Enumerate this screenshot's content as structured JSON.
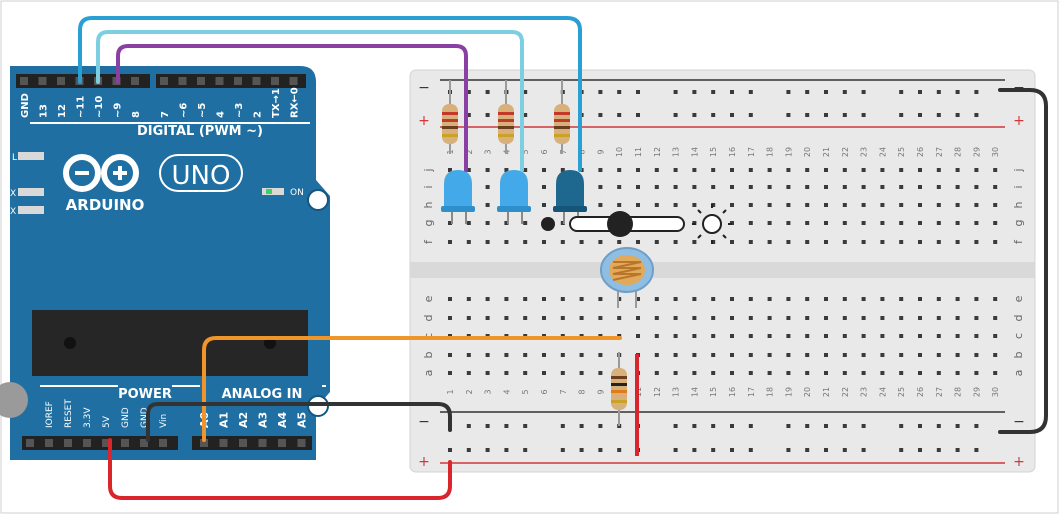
{
  "arduino": {
    "brand": "ARDUINO",
    "model": "UNO",
    "on_label": "ON",
    "digital_label": "DIGITAL (PWM ~)",
    "digital_pins": [
      "GND",
      "13",
      "12",
      "~11",
      "~10",
      "~9",
      "8",
      "7",
      "~6",
      "~5",
      "4",
      "~3",
      "2",
      "TX→1",
      "RX←0"
    ],
    "power_label": "POWER",
    "power_pins": [
      "IOREF",
      "RESET",
      "3.3V",
      "5V",
      "GND",
      "GND",
      "Vin"
    ],
    "analog_label": "ANALOG IN",
    "analog_pins": [
      "A0",
      "A1",
      "A2",
      "A3",
      "A4",
      "A5"
    ],
    "side_labels": [
      "L",
      "X",
      "X"
    ]
  },
  "breadboard": {
    "columns": 30,
    "row_letters_top": [
      "j",
      "i",
      "h",
      "g",
      "f"
    ],
    "row_letters_bottom": [
      "e",
      "d",
      "c",
      "b",
      "a"
    ],
    "rail_minus": "−",
    "rail_plus": "+"
  },
  "colors": {
    "board": "#1f6fa3",
    "board_dark": "#15567f",
    "breadboard": "#e9e9e9",
    "rail_red": "#d0393b",
    "rail_black": "#333333",
    "wire_blue": "#2a9fd4",
    "wire_cyan": "#7ccfe0",
    "wire_purple": "#8a3fa3",
    "wire_orange": "#f0952a",
    "wire_red": "#d9262c",
    "wire_black": "#333333",
    "led_light": "#44a9e8",
    "led_dark": "#1e6890"
  }
}
